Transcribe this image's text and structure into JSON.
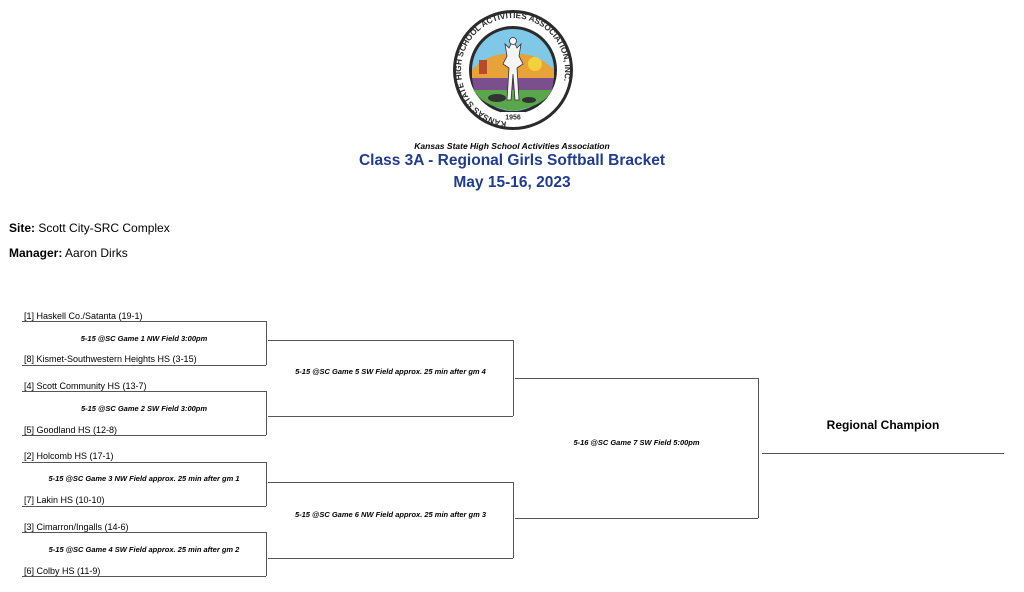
{
  "header": {
    "logo": {
      "ring_text": "KANSAS STATE HIGH SCHOOL ACTIVITIES ASSOCIATION, INC.",
      "year": "1956"
    },
    "organization": "Kansas State High School Activities Association",
    "title": "Class 3A - Regional Girls Softball Bracket",
    "dates": "May 15-16, 2023"
  },
  "info": {
    "site_label": "Site:",
    "site_value": " Scott City-SRC Complex",
    "manager_label": "Manager:",
    "manager_value": " Aaron Dirks"
  },
  "bracket": {
    "round1": [
      {
        "top": "[1] Haskell Co./Satanta   (19-1)",
        "game": "5-15 @SC Game 1 NW Field 3:00pm",
        "bottom": "[8] Kismet-Southwestern Heights HS  (3-15)"
      },
      {
        "top": "[4] Scott Community HS   (13-7)",
        "game": "5-15 @SC Game 2 SW Field 3:00pm",
        "bottom": "[5] Goodland HS   (12-8)"
      },
      {
        "top": "[2] Holcomb HS   (17-1)",
        "game": "5-15 @SC Game 3 NW Field approx. 25 min after gm 1",
        "bottom": "[7] Lakin HS  (10-10)"
      },
      {
        "top": "[3] Cimarron/Ingalls   (14-6)",
        "game": "5-15 @SC Game 4 SW Field approx. 25 min after gm 2",
        "bottom": "[6] Colby HS   (11-9)"
      }
    ],
    "round2": [
      {
        "game": "5-15 @SC Game 5 SW Field approx. 25 min after gm 4"
      },
      {
        "game": "5-15 @SC Game 6 NW Field approx. 25 min after gm 3"
      }
    ],
    "final": {
      "game": "5-16 @SC Game 7 SW Field 5:00pm"
    },
    "champion_label": "Regional Champion"
  }
}
